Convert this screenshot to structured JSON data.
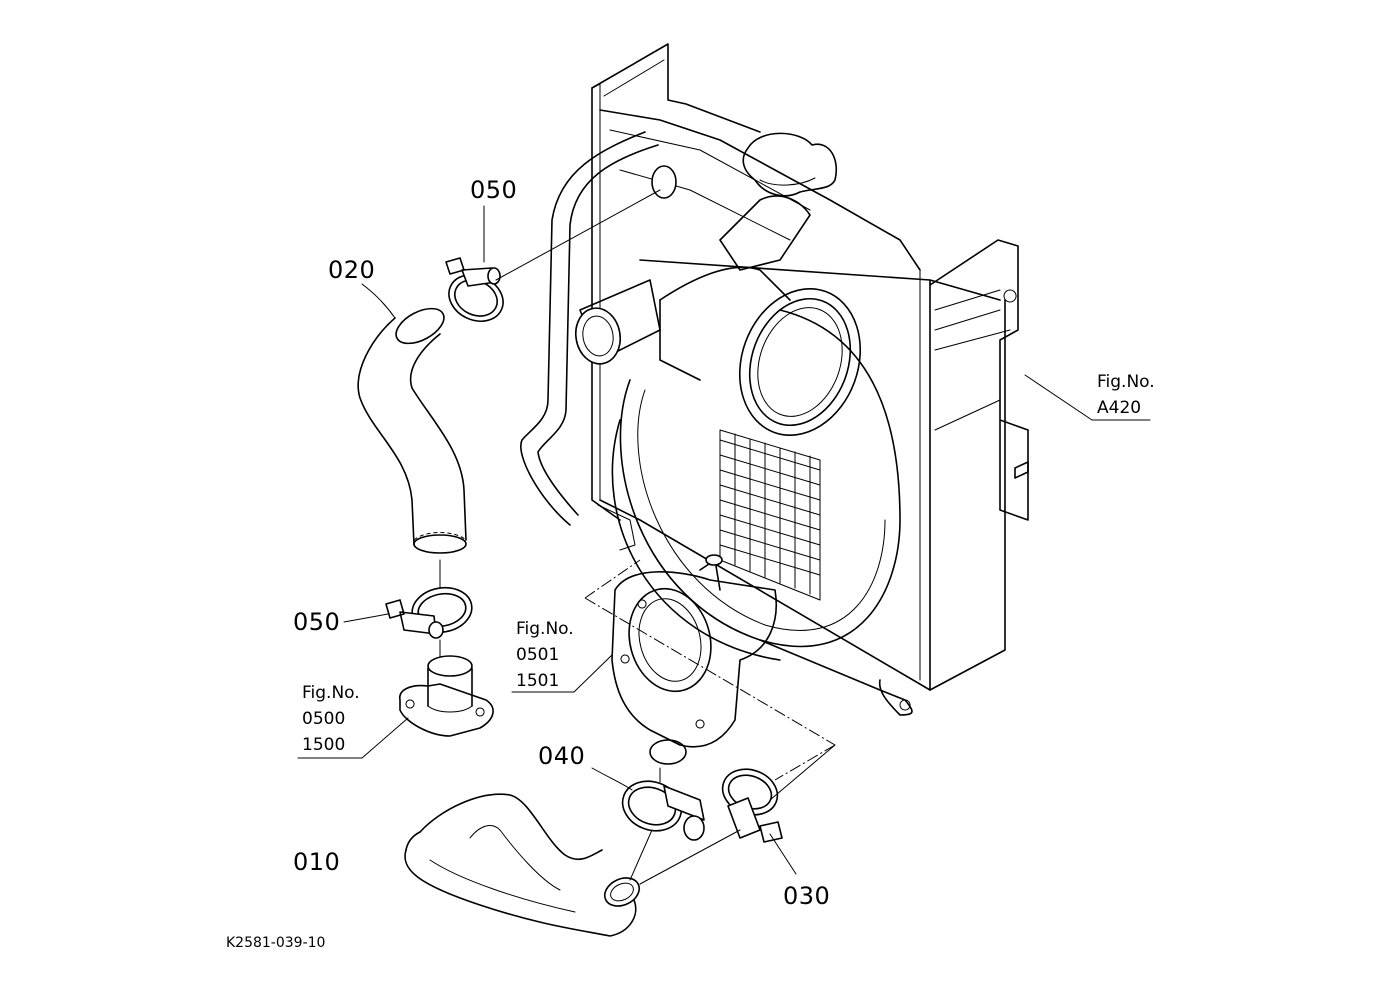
{
  "labels": {
    "part_010": "010",
    "part_020": "020",
    "part_030": "030",
    "part_040": "040",
    "part_050_top": "050",
    "part_050_mid": "050"
  },
  "refs": {
    "a420": {
      "prefix": "Fig.No.",
      "number": "A420"
    },
    "f0501": {
      "prefix": "Fig.No.",
      "line1": "0501",
      "line2": "1501"
    },
    "f0500": {
      "prefix": "Fig.No.",
      "line1": "0500",
      "line2": "1500"
    }
  },
  "drawing_code": "K2581-039-10"
}
